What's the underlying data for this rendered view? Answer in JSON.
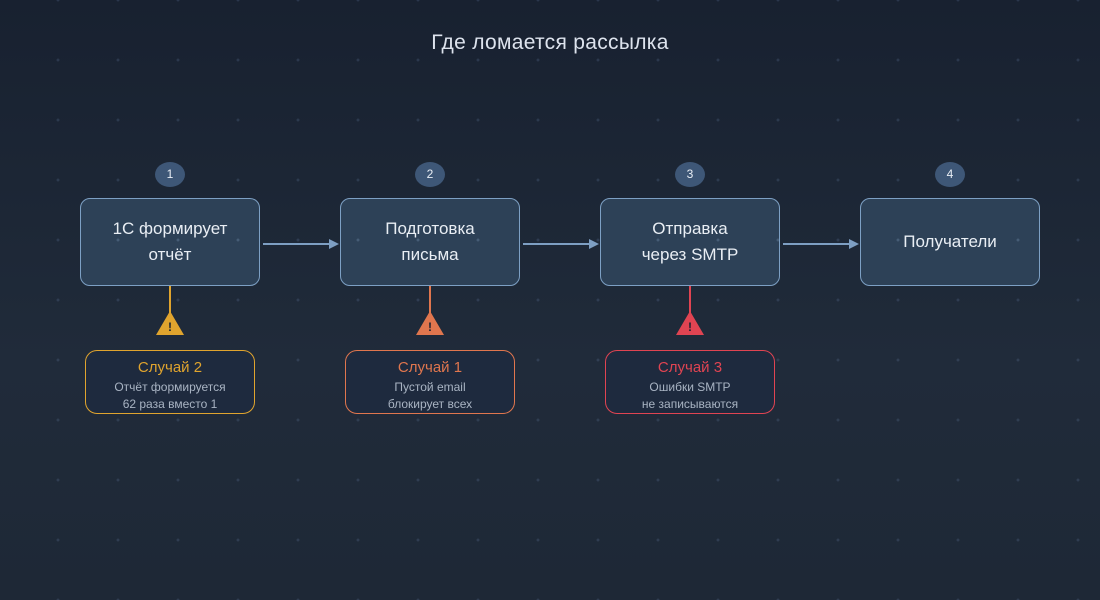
{
  "title": "Где ломается рассылка",
  "colors": {
    "background": "#1b2434",
    "box_fill": "#2d4157",
    "box_border": "#7da0c4",
    "arrow": "#7e9fc3",
    "step_text": "#e9eef4",
    "muted_text": "#a9b4c3",
    "yellow": "#e0a42e",
    "orange": "#e0764e",
    "red": "#e04452"
  },
  "steps": [
    {
      "badge": "1",
      "label": "1С формирует\nотчёт"
    },
    {
      "badge": "2",
      "label": "Подготовка\nписьма"
    },
    {
      "badge": "3",
      "label": "Отправка\nчерез SMTP"
    },
    {
      "badge": "4",
      "label": "Получатели"
    }
  ],
  "callouts": [
    {
      "title": "Случай 2",
      "body": "Отчёт формируется\n62 раза вместо 1",
      "color": "#e0a42e",
      "glyph": "!"
    },
    {
      "title": "Случай 1",
      "body": "Пустой email\nблокирует всех",
      "color": "#e0764e",
      "glyph": "!"
    },
    {
      "title": "Случай 3",
      "body": "Ошибки SMTP\nне записываются",
      "color": "#e04452",
      "glyph": "!"
    }
  ]
}
